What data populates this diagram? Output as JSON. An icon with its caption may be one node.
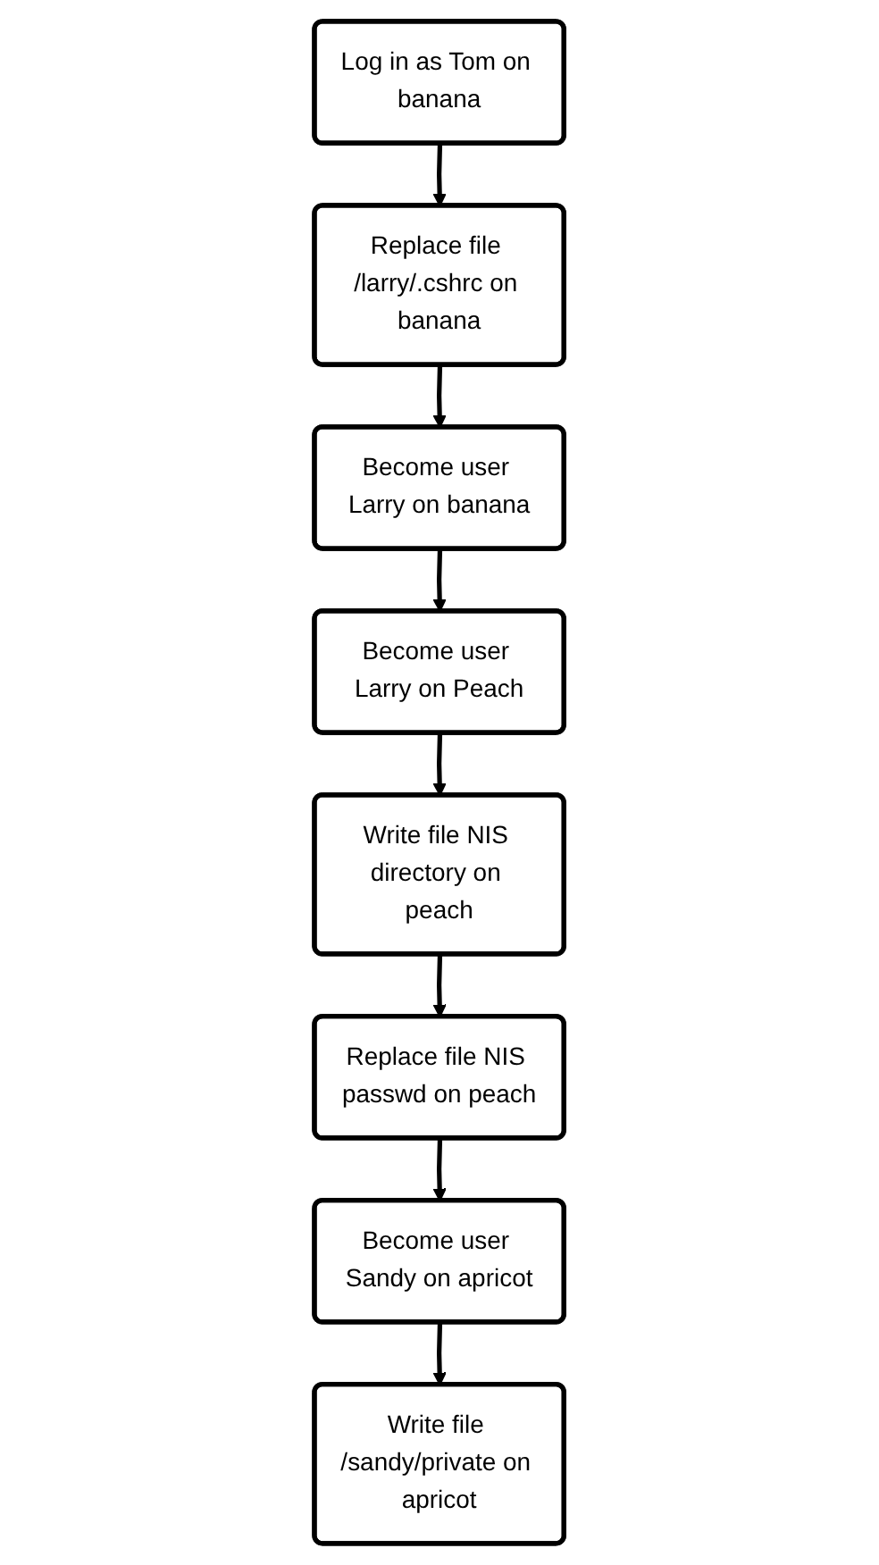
{
  "diagram": {
    "nodes": [
      {
        "text": [
          "Log in as Tom on banana"
        ]
      },
      {
        "text": [
          "Replace file /larry/.cshrc on banana"
        ]
      },
      {
        "text": [
          "Become user Larry on banana"
        ]
      },
      {
        "text": [
          "Become user Larry on Peach"
        ]
      },
      {
        "text": [
          "Write file NIS directory on peach"
        ]
      },
      {
        "text": [
          "Replace file NIS passwd on peach"
        ]
      },
      {
        "text": [
          "Become user Sandy on apricot"
        ]
      },
      {
        "text": [
          "Write file /sandy/private on apricot"
        ]
      }
    ],
    "edges": [
      {
        "from": 0,
        "to": 1,
        "arrow": "to"
      },
      {
        "from": 1,
        "to": 2,
        "arrow": "to"
      },
      {
        "from": 2,
        "to": 3,
        "arrow": "to"
      },
      {
        "from": 3,
        "to": 4,
        "arrow": "to"
      },
      {
        "from": 4,
        "to": 5,
        "arrow": "to"
      },
      {
        "from": 5,
        "to": 6,
        "arrow": "to"
      },
      {
        "from": 6,
        "to": 7,
        "arrow": "to"
      }
    ]
  }
}
